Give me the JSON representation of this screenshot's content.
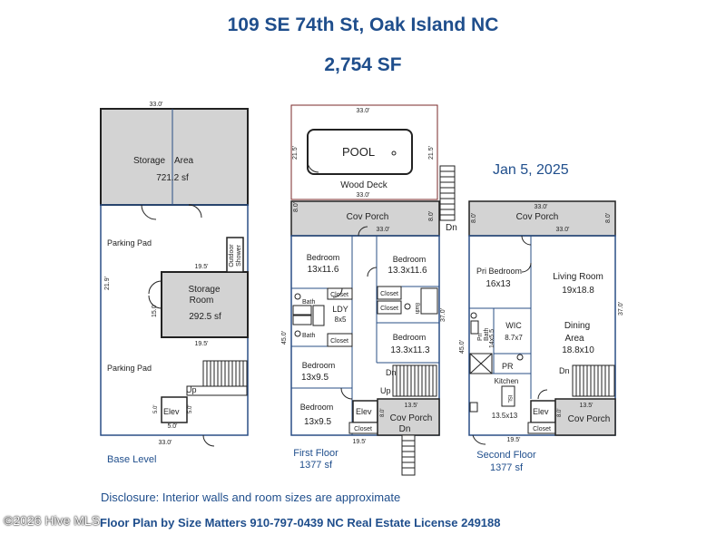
{
  "header": {
    "address": "109 SE 74th St, Oak Island NC",
    "area": "2,754 SF",
    "date": "Jan 5, 2025"
  },
  "base": {
    "caption": "Base Level",
    "dim_top": "33.0'",
    "dim_side": "21.9'",
    "dim_bottom": "33.0'",
    "storage_area_a": "Storage",
    "storage_area_b": "Area",
    "storage_area_sf": "721.2 sf",
    "parking_pad_1": "Parking Pad",
    "parking_pad_2": "Parking Pad",
    "outdoor_shower_a": "Outdoor",
    "outdoor_shower_b": "Shower",
    "storage_room_a": "Storage",
    "storage_room_b": "Room",
    "storage_room_sf": "292.5 sf",
    "dim_storage_top": "19.5'",
    "dim_storage_bottom": "19.5'",
    "dim_storage_side": "15.0'",
    "up": "Up",
    "elev": "Elev",
    "dim_elev_w": "5.0'",
    "dim_elev_l": "5.0'",
    "dim_elev_r": "5.0'"
  },
  "first": {
    "caption_a": "First Floor",
    "caption_b": "1377 sf",
    "pool": "POOL",
    "wood_deck": "Wood Deck",
    "dim_pool_top": "33.0'",
    "dim_pool_bottom": "33.0'",
    "dim_pool_l": "21.5'",
    "dim_pool_r": "21.5'",
    "cov_porch": "Cov Porch",
    "dim_porch_l": "8.0'",
    "dim_porch_r": "8.0'",
    "dim_porch_w": "33.0'",
    "dn_stairs": "Dn",
    "bedroom_1": "Bedroom",
    "bedroom_1_size": "13x11.6",
    "bedroom_2": "Bedroom",
    "bedroom_2_size": "13.3x11.6",
    "closet_1": "Closet",
    "closet_2": "Closet",
    "closet_3": "Closet",
    "closet_4": "Closet",
    "bath_1": "Bath",
    "bath_2": "Bath",
    "bath_3": "Bath",
    "ldy": "LDY",
    "ldy_size": "8x5",
    "bedroom_3": "Bedroom",
    "bedroom_3_size": "13.3x11.3",
    "bedroom_4": "Bedroom",
    "bedroom_4_size": "13x9.5",
    "bedroom_5": "Bedroom",
    "bedroom_5_size": "13x9.5",
    "dn": "Dn",
    "up": "Up",
    "elev": "Elev",
    "closet_5": "Closet",
    "cov_porch_2": "Cov Porch",
    "dn_2": "Dn",
    "dim_porch2_w": "13.5'",
    "dim_porch2_side": "8.0'",
    "dim_side_l": "45.0'",
    "dim_side_r": "37.0'",
    "dim_bottom": "19.5'"
  },
  "second": {
    "caption_a": "Second Floor",
    "caption_b": "1377 sf",
    "cov_porch": "Cov Porch",
    "dim_porch_w1": "33.0'",
    "dim_porch_w2": "33.0'",
    "dim_porch_l": "8.0'",
    "dim_porch_r": "8.0'",
    "pri_bedroom": "Pri Bedroom",
    "pri_bedroom_size": "16x13",
    "living_room": "Living Room",
    "living_room_size": "19x18.8",
    "pri_bath_a": "Pri",
    "pri_bath_b": "Bath",
    "pri_bath_size": "14x5.5",
    "wic": "WIC",
    "wic_size": "8.7x7",
    "dining_a": "Dining",
    "dining_b": "Area",
    "dining_size": "18.8x10",
    "pr": "PR",
    "dn": "Dn",
    "kitchen": "Kitchen",
    "kitchen_size": "13.5x13",
    "isl": "ISL",
    "elev": "Elev",
    "closet": "Closet",
    "cov_porch_2": "Cov Porch",
    "dim_porch2_w": "13.5'",
    "dim_porch2_side": "8.0'",
    "dim_side_l": "45.0'",
    "dim_side_r": "37.0'",
    "dim_bottom": "19.5'"
  },
  "disclosure": "Disclosure: Interior walls and room sizes are approximate",
  "footer": "Floor Plan by Size Matters 910-797-0439 NC Real Estate License 249188",
  "watermark": "©2026 Hive MLS"
}
